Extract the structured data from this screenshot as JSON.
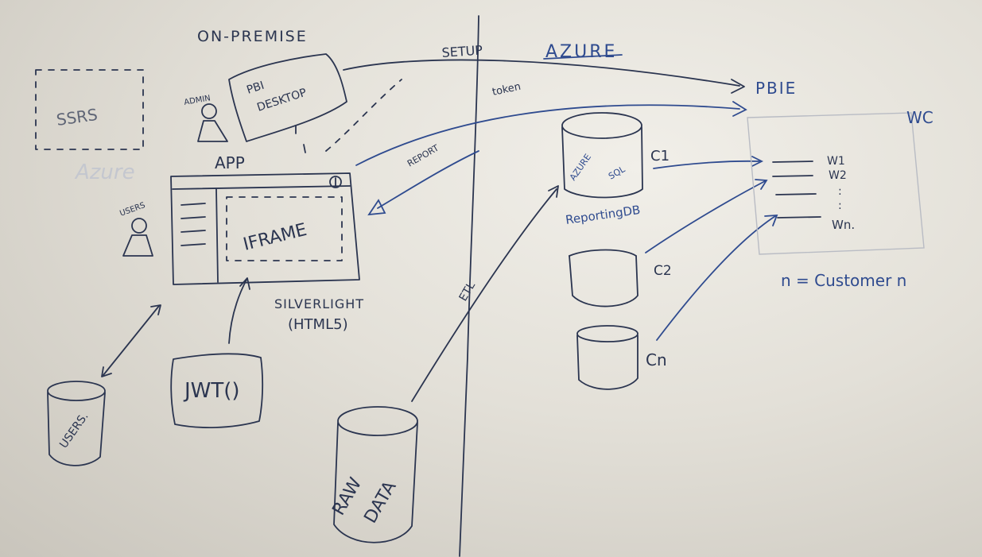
{
  "labels": {
    "on_premise": "ON-PREMISE",
    "azure": "AZURE",
    "setup": "SETUP",
    "token": "token",
    "report": "REPORT",
    "ssrs": "SSRS",
    "admin": "ADMIN",
    "pbi_desktop_line1": "PBI",
    "pbi_desktop_line2": "DESKTOP",
    "app": "APP",
    "users": "USERS",
    "iframe": "IFRAME",
    "silverlight": "SILVERLIGHT",
    "html5": "(HTML5)",
    "jwt": "JWT()",
    "users_db": "USERS.",
    "raw_data_line1": "RAW",
    "raw_data_line2": "DATA",
    "etl": "ETL",
    "azure_sql_line1": "AZURE",
    "azure_sql_line2": "SQL",
    "reporting_db": "ReportingDB",
    "pbie": "PBIE",
    "wc": "WC",
    "c1": "C1",
    "c2": "C2",
    "cn": "Cn",
    "w1": "W1",
    "w2": "W2",
    "wdots": ":",
    "wn": "Wn.",
    "legend": "n = Customer n"
  },
  "icons": [
    "person-icon-admin",
    "person-icon-users",
    "warning-triangle-icon",
    "info-icon"
  ]
}
